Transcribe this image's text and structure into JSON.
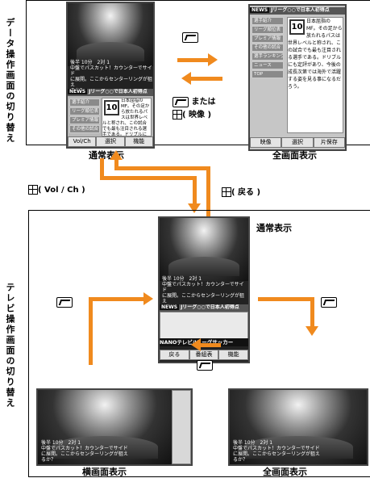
{
  "section_labels": {
    "data_switch": "データ操作画面の切り替え",
    "tv_switch": "テレビ操作画面の切り替え"
  },
  "captions": {
    "normal_top": "通常表示",
    "full_top": "全画面表示",
    "normal_mid": "通常表示",
    "landscape": "横画面表示",
    "full_bottom": "全画面表示"
  },
  "keys": {
    "or_video": "または",
    "video_label": "( 映像 )",
    "vol_ch": "( Vol / Ch )",
    "back": "( 戻る )"
  },
  "screen": {
    "score": "後半 10分　2対 1",
    "ticker": "中盤でパスカット！カウンターでサイド\nに展開。ここからセンターリングが狙え\nるか？",
    "news_tag": "NEWS",
    "news_text": "Jリーグ○○で日本人初得点",
    "menu_items": [
      "選手紹介",
      "リーグ順位表",
      "プレミア情報",
      "その他の試合",
      "選手ランキング",
      "ニュース",
      "TOP"
    ],
    "card_number": "10",
    "card_text": "日本屈指の MF。その足から放たれるパスは世界レベルと称され、この試合でも最も注目される選手である。ドリブルにも定評があり、今後の成長次第では海外で活躍する姿を見る事になるだろう。",
    "softkeys_normal": [
      "Vol/Ch",
      "選択",
      "機能"
    ],
    "softkeys_full": [
      "映像",
      "選択",
      "片保存"
    ],
    "tv_channel": "NANOテレビ/Jリーグサッカー",
    "softkeys_tv": [
      "戻る",
      "番組表",
      "機能"
    ]
  },
  "colors": {
    "arrow": "#f08a1e"
  }
}
